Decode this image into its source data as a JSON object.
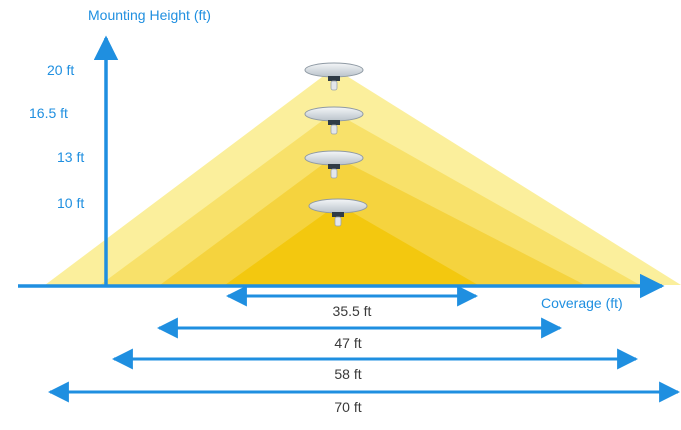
{
  "y_axis_label": "Mounting Height (ft)",
  "x_axis_label": "Coverage (ft)",
  "mounts": [
    {
      "height_label": "20 ft",
      "height_ft": 20,
      "coverage_label": "70 ft",
      "coverage_ft": 70
    },
    {
      "height_label": "16.5 ft",
      "height_ft": 16.5,
      "coverage_label": "58 ft",
      "coverage_ft": 58
    },
    {
      "height_label": "13 ft",
      "height_ft": 13,
      "coverage_label": "47 ft",
      "coverage_ft": 47
    },
    {
      "height_label": "10 ft",
      "height_ft": 10,
      "coverage_label": "35.5 ft",
      "coverage_ft": 35.5
    }
  ],
  "colors": {
    "axis": "#1f8fe0",
    "light_cones": [
      "#fbef9c",
      "#f8e16a",
      "#f5d33e",
      "#f3c80f"
    ]
  },
  "icons": {
    "fixture": "ceiling-sensor-fixture-icon",
    "arrow": "double-headed-arrow-icon"
  }
}
